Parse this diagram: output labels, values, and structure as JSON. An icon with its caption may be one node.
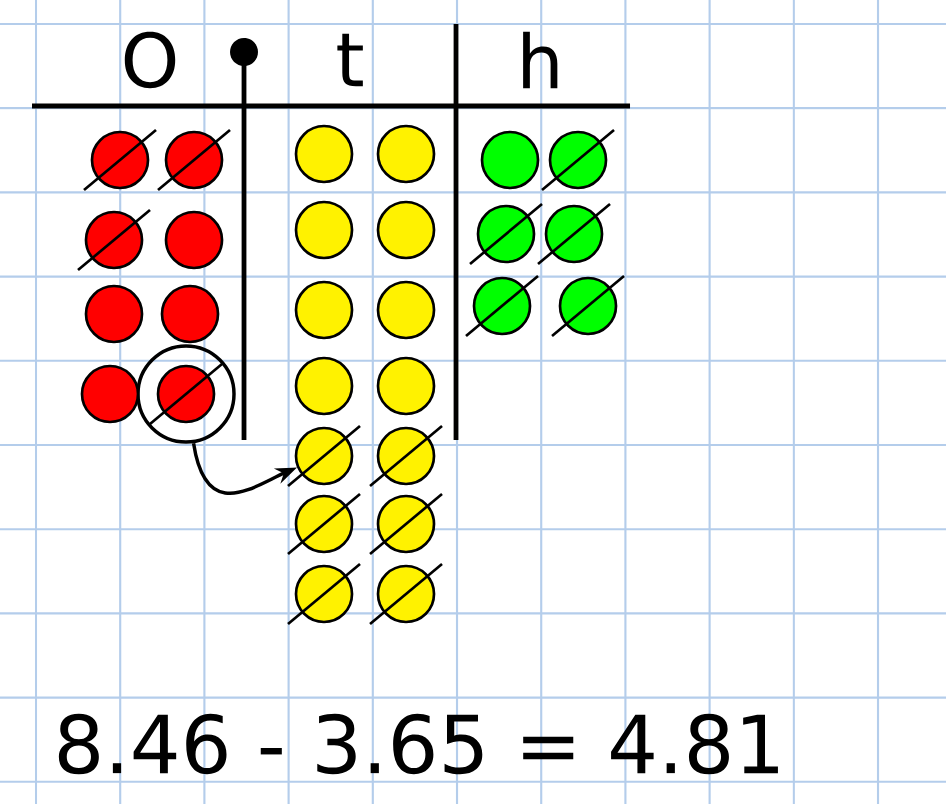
{
  "diagram": {
    "nodes": [
      {
        "text": [],
        "shape": "circle"
      },
      {
        "text": [],
        "shape": "circle"
      },
      {
        "text": [],
        "shape": "circle"
      },
      {
        "text": [],
        "shape": "circle"
      },
      {
        "text": [],
        "shape": "circle"
      },
      {
        "text": [],
        "shape": "circle"
      },
      {
        "text": [],
        "shape": "circle"
      },
      {
        "text": [],
        "shape": "circle"
      },
      {
        "text": [],
        "shape": "circle",
        "in": 0
      },
      {
        "text": [],
        "shape": "circle"
      },
      {
        "text": [],
        "shape": "circle"
      },
      {
        "text": [],
        "shape": "circle"
      },
      {
        "text": [],
        "shape": "circle"
      },
      {
        "text": [],
        "shape": "circle"
      },
      {
        "text": [],
        "shape": "circle"
      },
      {
        "text": [],
        "shape": "circle"
      },
      {
        "text": [],
        "shape": "circle"
      },
      {
        "text": [],
        "shape": "circle"
      },
      {
        "text": [],
        "shape": "circle"
      },
      {
        "text": [],
        "shape": "circle"
      },
      {
        "text": [],
        "shape": "circle"
      },
      {
        "text": [],
        "shape": "circle"
      },
      {
        "text": [],
        "shape": "circle"
      },
      {
        "text": [],
        "shape": "circle"
      },
      {
        "text": [],
        "shape": "circle"
      },
      {
        "text": [],
        "shape": "circle"
      },
      {
        "text": [],
        "shape": "circle"
      },
      {
        "text": [],
        "shape": "circle"
      },
      {
        "text": [],
        "shape": "circle"
      }
    ],
    "edges": [
      {
        "from": 0,
        "to": 17,
        "arrow": "to"
      }
    ],
    "labels": [
      "O",
      "t",
      "h",
      "8.46 - 3.65 = 4.81"
    ]
  }
}
